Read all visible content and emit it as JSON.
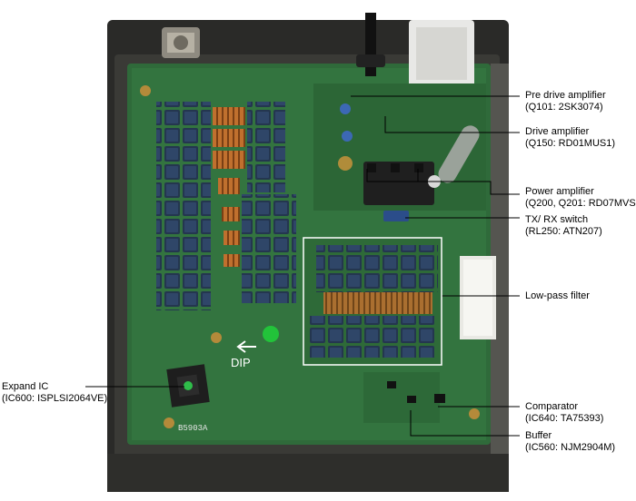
{
  "board_marking": "B5903A",
  "silkscreen_text": "DIP",
  "callouts": [
    {
      "title": "Pre drive amplifier",
      "part": "(Q101: 2SK3074)"
    },
    {
      "title": "Drive amplifier",
      "part": "(Q150: RD01MUS1)"
    },
    {
      "title": "Power amplifier",
      "part": "(Q200, Q201: RD07MVS1)"
    },
    {
      "title": "TX/ RX switch",
      "part": "(RL250: ATN207)"
    },
    {
      "title": "Low-pass filter",
      "part": ""
    },
    {
      "title": "Comparator",
      "part": "(IC640: TA75393)"
    },
    {
      "title": "Buffer",
      "part": "(IC560: NJM2904M)"
    },
    {
      "title": "Expand IC",
      "part": "(IC600: ISPLSI2064VE)"
    }
  ],
  "colors": {
    "pcb": "#2f6a3a",
    "chassis": "#2a2a28",
    "relay": "#2b3f5c",
    "coil": "#b8642a",
    "callout_line": "#000000"
  }
}
